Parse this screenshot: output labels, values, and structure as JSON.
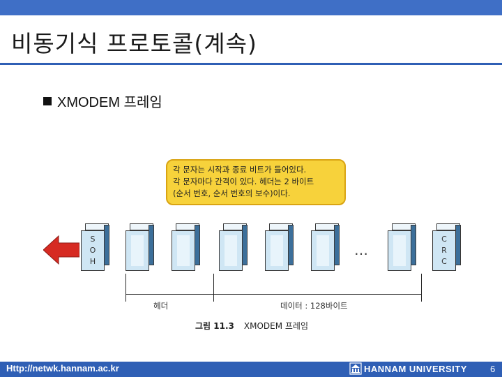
{
  "slide": {
    "title": "비동기식 프로토콜(계속)",
    "bullet": "XMODEM 프레임"
  },
  "figure": {
    "callout_lines": [
      "각 문자는 시작과 종료 비트가 들어있다.",
      "각 문자마다 간격이 있다. 헤더는 2 바이트",
      "(순서 번호, 순서 번호의 보수)이다."
    ],
    "soh_letters": "S\nO\nH",
    "crc_letters": "C\nR\nC",
    "ellipsis": "…",
    "header_label": "헤더",
    "data_label": "데이터 : 128바이트",
    "caption_number": "그림 11.3",
    "caption_text": "XMODEM 프레임",
    "colors": {
      "callout": "#f7d23b",
      "block": "#cfe6f4",
      "arrow": "#d62a22"
    }
  },
  "footer": {
    "url": "Http://netwk.hannam.ac.kr",
    "university": "HANNAM UNIVERSITY",
    "page_number": "6",
    "logo_icon": "university-emblem-icon"
  }
}
